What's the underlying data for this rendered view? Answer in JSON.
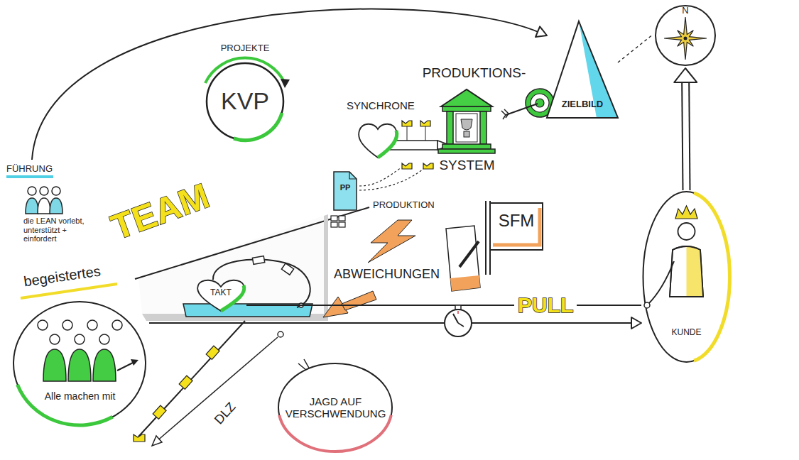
{
  "diagram": {
    "nodes": [
      {
        "text": [
          "FÜHRUNG",
          "die LEAN vorlebt, unterstützt + einfordert"
        ]
      },
      {
        "text": [
          "PROJEKTE",
          "KVP"
        ]
      },
      {
        "text": [
          "PP"
        ]
      },
      {
        "text": [
          "PRODUKTIONS-",
          "SYSTEM"
        ]
      },
      {
        "text": [
          "ZIELBILD"
        ]
      },
      {
        "text": [
          "N"
        ]
      },
      {
        "text": [
          "SFM"
        ]
      },
      {
        "text": [
          "TAKT"
        ]
      },
      {
        "text": [
          "begeistertes",
          "Alle machen mit"
        ]
      },
      {
        "text": [
          "KUNDE"
        ]
      },
      {
        "text": [
          "JAGD AUF VERSCHWENDUNG"
        ]
      }
    ],
    "edges": [
      {
        "from": 0,
        "to": 4,
        "arrow": "to"
      },
      {
        "from": 7,
        "to": 9,
        "label": "PULL",
        "arrow": "none"
      },
      {
        "from": 8,
        "to": 9,
        "arrow": "to"
      },
      {
        "from": 9,
        "to": 5,
        "arrow": "to"
      },
      {
        "from": 4,
        "to": 5,
        "arrow": "none"
      }
    ],
    "labels": [
      "TEAM",
      "SYNCHRONE",
      "PRODUKTION",
      "ABWEICHUNGEN",
      "DLZ"
    ]
  }
}
